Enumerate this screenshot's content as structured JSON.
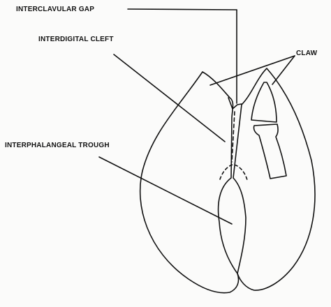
{
  "labels": {
    "interclavular_gap": "INTERCLAVULAR GAP",
    "interdigital_cleft": "INTERDIGITAL CLEFT",
    "claw": "CLAW",
    "interphalangeal_trough": "INTERPHALANGEAL TROUGH"
  },
  "colors": {
    "ink": "#111111",
    "paper": "#fbfbfa"
  }
}
